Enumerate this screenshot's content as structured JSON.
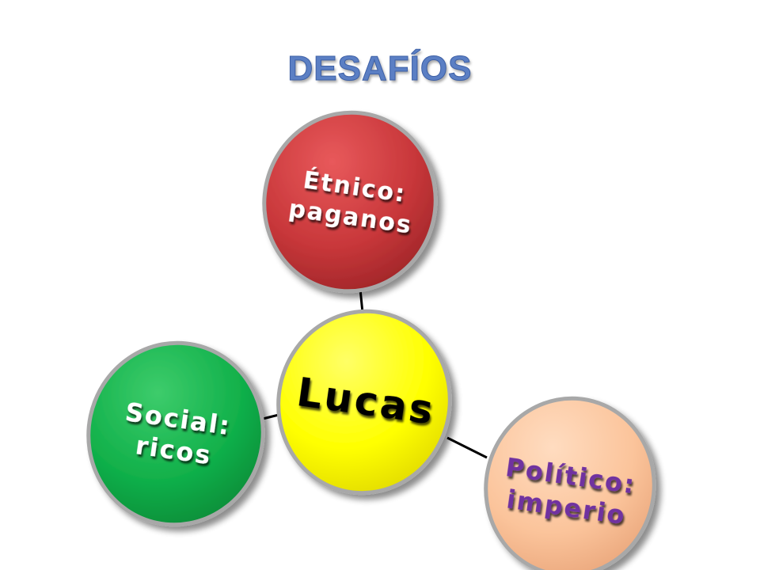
{
  "slide": {
    "title": "DESAFÍOS"
  },
  "diagram": {
    "center": {
      "label": "Lucas",
      "color": "#ffff00"
    },
    "nodes": [
      {
        "id": "etnico",
        "line1": "Étnico:",
        "line2": "paganos",
        "color": "#c8373a"
      },
      {
        "id": "social",
        "line1": "Social:",
        "line2": "ricos",
        "color": "#11b04a"
      },
      {
        "id": "politico",
        "line1": "Político:",
        "line2": "imperio",
        "color": "#fbc49b",
        "text_color": "#7030a0"
      }
    ]
  }
}
